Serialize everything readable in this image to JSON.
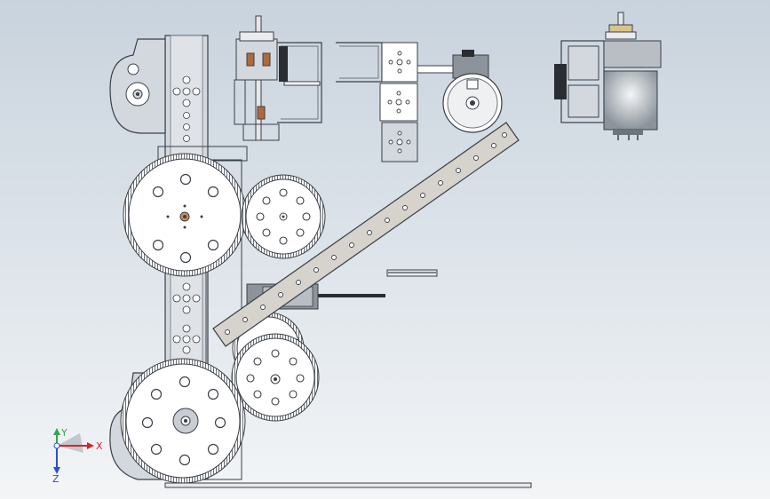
{
  "viewport": {
    "background_top": "#c9d3dd",
    "background_bottom": "#f3f5f7"
  },
  "colors": {
    "part_fill": "#d9dde2",
    "part_stroke": "#3a3f46",
    "gear_fill": "#ffffff",
    "beam_fill": "#d6d2cc",
    "bearing_brown": "#b06a3a",
    "axis_x": "#d8232a",
    "axis_y": "#2ea84a",
    "axis_z": "#2a4fd6"
  },
  "triad": {
    "x_label": "X",
    "y_label": "Y",
    "z_label": "Z",
    "icon": "coordinate-triad-icon"
  }
}
